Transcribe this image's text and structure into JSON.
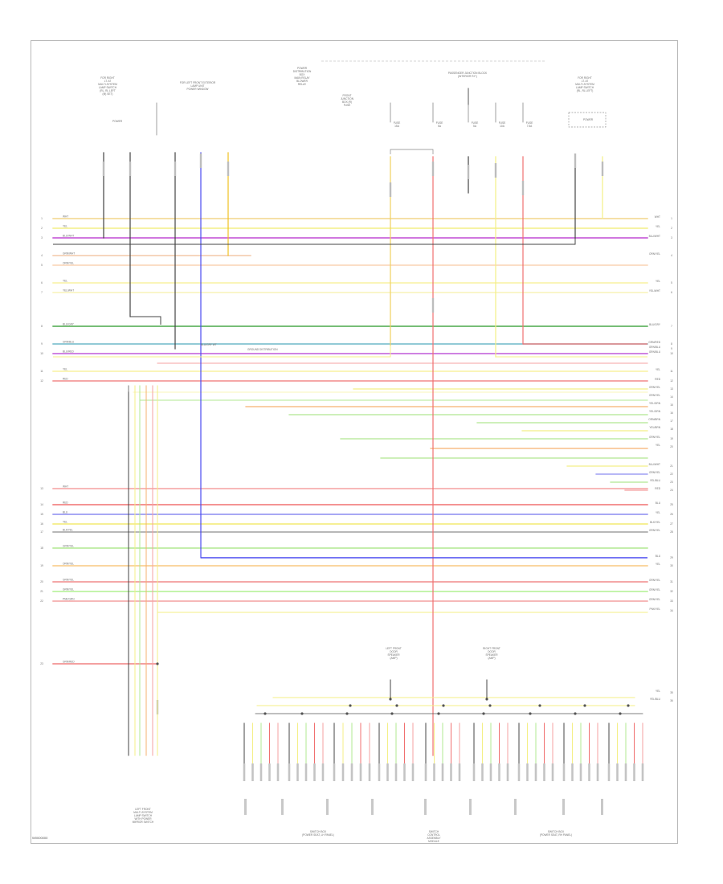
{
  "diagram": {
    "page_code": "W0000000",
    "components": {
      "lf_switch": {
        "name": "FOR RIGHT\nLT. AT\nMULTI-SYSTEM\nLAMP SWITCH\n(RL, RL LEFT\n(M) SET)",
        "sub": "POWER"
      },
      "lf_heater": {
        "name": "FOR LEFT FRONT EXTERIOR\nLAMP UNIT\nPOWER WINDOW"
      },
      "front_power": {
        "name": "POWER\nDISTRIBUTION\nBOX\nMAIN RELAY\nBLOWER\nRELAY"
      },
      "fuse_a": {
        "name": "FRONT\nJUNCTION\nBOX (R)\nFUSE"
      },
      "engine_fuse": {
        "name": "PASSENGER JUNCTION BLOCK\n(INTERIOR R.F.)"
      },
      "rf_switch": {
        "name": "FOR RIGHT\nLT. AT\nMULTI-SYSTEM\nLAMP SWITCH\n(RL, RL LEFT)",
        "sub": "POWER"
      },
      "lr_speaker": {
        "name": "LEFT FRONT\nDOOR\nSPEAKER\n(AMP)"
      },
      "rr_speaker": {
        "name": "RIGHT FRONT\nDOOR\nSPEAKER\n(AMP)"
      },
      "bottom_left": {
        "name": "LEFT FRONT\nMULTI-SYSTEM\nLAMP SWITCH\nWITH POWER\nMIRROR SWITCH"
      },
      "bottom_center": {
        "name": "SWITCH\nCONTROL\nASSEMBLY\nMODULE"
      },
      "bottom_a": {
        "name": "SWITCH BOX\n(POWER SEAT, LH PANEL)"
      },
      "bottom_b": {
        "name": "SWITCH BOX\n(POWER SEAT, RH PANEL)"
      }
    },
    "fuses": [
      "FUSE\n15A",
      "FUSE\n5A",
      "FUSE\n5A",
      "FUSE\n10A",
      "FUSE\n7.5A"
    ],
    "bus_wires": [
      {
        "name": "WHT",
        "color": "#f2d58a",
        "pin": "1"
      },
      {
        "name": "YEL",
        "color": "#f4ef86",
        "pin": "2"
      },
      {
        "name": "BLU/WHT",
        "color": "#c04ad4",
        "pin": "3"
      },
      {
        "name": "GRN/WHT",
        "color": "#f4c9a8",
        "pin": "4"
      },
      {
        "name": "ORN/YEL",
        "color": "#fad4b4",
        "pin": "5"
      },
      {
        "name": "YEL",
        "color": "#f8f2a0",
        "pin": "6"
      },
      {
        "name": "YEL/WHT",
        "color": "#f8f4b8",
        "pin": "7"
      },
      {
        "name": "BLU/GRY",
        "color": "#4aa84a",
        "pin": "8"
      },
      {
        "name": "GRN/BLU",
        "color": "#6fb8c8",
        "pin": "9"
      },
      {
        "name": "BLU/RED",
        "color": "#c05ad8",
        "pin": "10"
      },
      {
        "name": "YEL",
        "color": "#f8f2a0",
        "pin": "11"
      },
      {
        "name": "RED",
        "color": "#f28a8a",
        "pin": "12"
      },
      {
        "name": "WHT",
        "color": "#f6a0a0",
        "pin": "13"
      },
      {
        "name": "RED",
        "color": "#f07070",
        "pin": "14"
      },
      {
        "name": "BLU",
        "color": "#8c8cf0",
        "pin": "15"
      },
      {
        "name": "YEL",
        "color": "#f4ea70",
        "pin": "16"
      },
      {
        "name": "BLK/YEL",
        "color": "#a0a0a0",
        "pin": "17"
      },
      {
        "name": "GRN/YEL",
        "color": "#b0e890",
        "pin": "18"
      },
      {
        "name": "ORN/YEL",
        "color": "#f8c880",
        "pin": "19"
      },
      {
        "name": "GRN/YEL",
        "color": "#f08a8a",
        "pin": "20"
      },
      {
        "name": "GRN/YEL",
        "color": "#b0f090",
        "pin": "21"
      },
      {
        "name": "PNK/GRN",
        "color": "#f4a0a0",
        "pin": "22"
      },
      {
        "name": "GRN/RED",
        "color": "#f08080",
        "pin": "23"
      }
    ],
    "right_labels": [
      "WHT",
      "YEL",
      "BLU/WHT",
      "ORN/YEL",
      "YEL",
      "YEL/WHT",
      "BLU/GRY",
      "GRN/RED",
      "GRN/BLU",
      "GRN/BLU",
      "YEL",
      "RED",
      "GRN/YEL",
      "GRN/YEL",
      "YEL/GRN",
      "YEL/GRN",
      "ORN/BRN",
      "YEL/BRN",
      "GRN/YEL",
      "YEL",
      "BLU/WHT",
      "GRN/YEL",
      "YEL/BLU",
      "RED",
      "BLU",
      "YEL",
      "BLK/YEL",
      "GRN/YEL",
      "BLU",
      "YEL",
      "GRN/YEL",
      "GRN/YEL",
      "GRN/YEL",
      "PNK/YEL",
      "YEL",
      "YEL/BLU"
    ],
    "bottom_left_label": "GRN/WHT",
    "mid_label": "GROUND DISTRIBUTION",
    "mid_label2": "BLU/GRY WT"
  }
}
